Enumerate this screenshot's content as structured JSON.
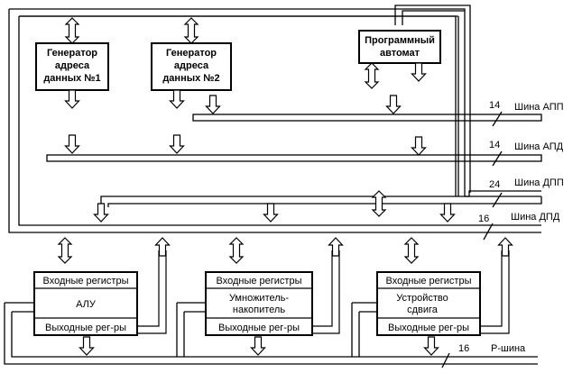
{
  "blocks": {
    "gen1": {
      "lines": [
        "Генератор",
        "адреса",
        "данных №1"
      ]
    },
    "gen2": {
      "lines": [
        "Генератор",
        "адреса",
        "данных №2"
      ]
    },
    "prog": {
      "lines": [
        "Программный",
        "автомат"
      ]
    },
    "alu": {
      "in": "Входные регистры",
      "name": [
        "АЛУ"
      ],
      "out": "Выходные рег-ры"
    },
    "mul": {
      "in": "Входные регистры",
      "name": [
        "Умножитель-",
        "накопитель"
      ],
      "out": "Выходные рег-ры"
    },
    "shift": {
      "in": "Входные регистры",
      "name": [
        "Устройство",
        "сдвига"
      ],
      "out": "Выходные рег-ры"
    }
  },
  "buses": {
    "app": {
      "name": "Шина АПП",
      "width": "14"
    },
    "apd": {
      "name": "Шина АПД",
      "width": "14"
    },
    "dpp": {
      "name": "Шина ДПП",
      "width": "24"
    },
    "dpd": {
      "name": "Шина ДПД",
      "width": "16"
    },
    "r": {
      "name": "Р-шина",
      "width": "16"
    }
  }
}
